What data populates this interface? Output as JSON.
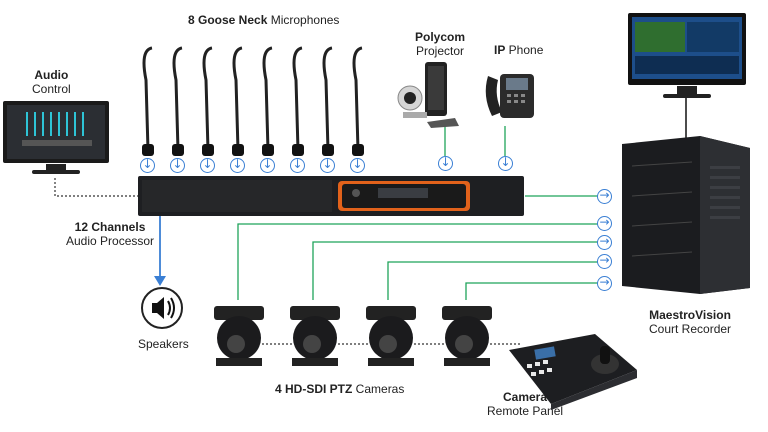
{
  "labels": {
    "mics_bold": "8 Goose Neck",
    "mics_rest": " Microphones",
    "polycom_bold": "Polycom",
    "polycom_rest": "Projector",
    "ipphone_bold": "IP",
    "ipphone_rest": " Phone",
    "audio_bold": "Audio",
    "audio_rest": "Control",
    "channels_bold": "12 Channels",
    "channels_rest": "Audio Processor",
    "speakers": "Speakers",
    "cameras_bold": "4 HD-SDI PTZ",
    "cameras_rest": " Cameras",
    "camera_panel_bold": "Camera",
    "camera_panel_rest": "Remote Panel",
    "maestro_bold": "MaestroVision",
    "maestro_rest": "Court Recorder"
  },
  "colors": {
    "line_green": "#1fa35a",
    "line_blue": "#3a7fd4",
    "device_dark": "#1e1f22",
    "accent_orange": "#e2621b"
  },
  "icons": [
    "microphone-icon",
    "projector-icon",
    "ip-phone-icon",
    "monitor-icon",
    "pc-tower-icon",
    "audio-processor-icon",
    "speaker-icon",
    "ptz-camera-icon",
    "camera-remote-panel-icon",
    "arrow-icon"
  ]
}
